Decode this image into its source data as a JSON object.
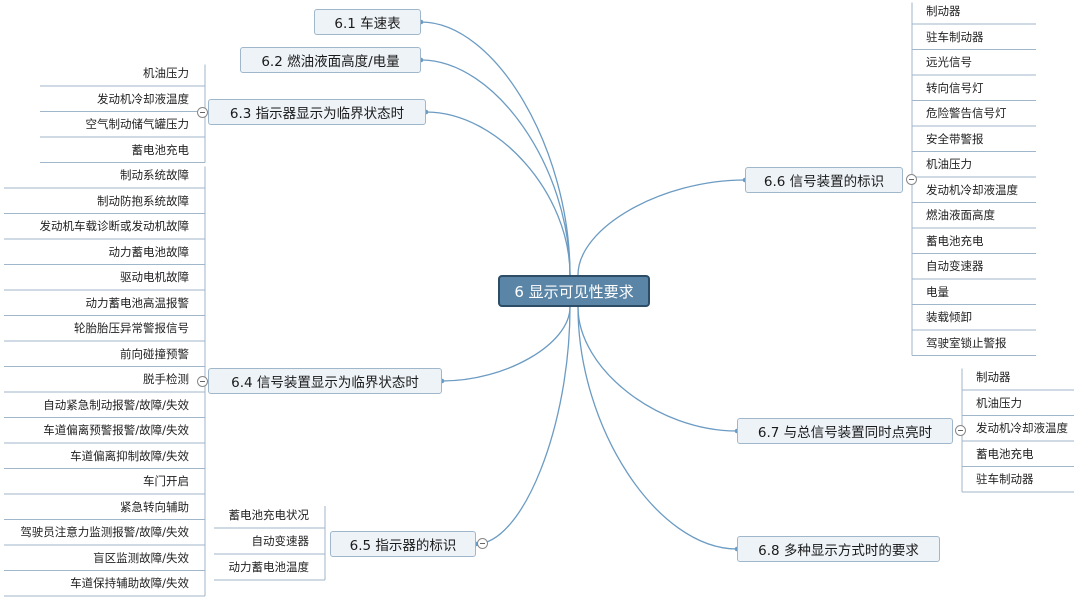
{
  "root": "6 显示可见性要求",
  "branches": {
    "b61": "6.1 车速表",
    "b62": "6.2 燃油液面高度/电量",
    "b63": "6.3 指示器显示为临界状态时",
    "b64": "6.4 信号装置显示为临界状态时",
    "b65": "6.5 指示器的标识",
    "b66": "6.6 信号装置的标识",
    "b67": "6.7 与总信号装置同时点亮时",
    "b68": "6.8 多种显示方式时的要求"
  },
  "leaves63": [
    "机油压力",
    "发动机冷却液温度",
    "空气制动储气罐压力",
    "蓄电池充电"
  ],
  "leaves64": [
    "制动系统故障",
    "制动防抱系统故障",
    "发动机车载诊断或发动机故障",
    "动力蓄电池故障",
    "驱动电机故障",
    "动力蓄电池高温报警",
    "轮胎胎压异常警报信号",
    "前向碰撞预警",
    "脱手检测",
    "自动紧急制动报警/故障/失效",
    "车道偏离预警报警/故障/失效",
    "车道偏离抑制故障/失效",
    "车门开启",
    "紧急转向辅助",
    "驾驶员注意力监测报警/故障/失效",
    "盲区监测故障/失效",
    "车道保持辅助故障/失效"
  ],
  "leaves65": [
    "蓄电池充电状况",
    "自动变速器",
    "动力蓄电池温度"
  ],
  "leaves66": [
    "制动器",
    "驻车制动器",
    "远光信号",
    "转向信号灯",
    "危险警告信号灯",
    "安全带警报",
    "机油压力",
    "发动机冷却液温度",
    "燃油液面高度",
    "蓄电池充电",
    "自动变速器",
    "电量",
    "装载倾卸",
    "驾驶室锁止警报"
  ],
  "leaves67": [
    "制动器",
    "机油压力",
    "发动机冷却液温度",
    "蓄电池充电",
    "驻车制动器"
  ],
  "colors": {
    "root_fill": "#5a85a6",
    "branch_fill": "#eef3f8",
    "branch_border": "#9fb6cb",
    "link": "#6b9bc3"
  }
}
